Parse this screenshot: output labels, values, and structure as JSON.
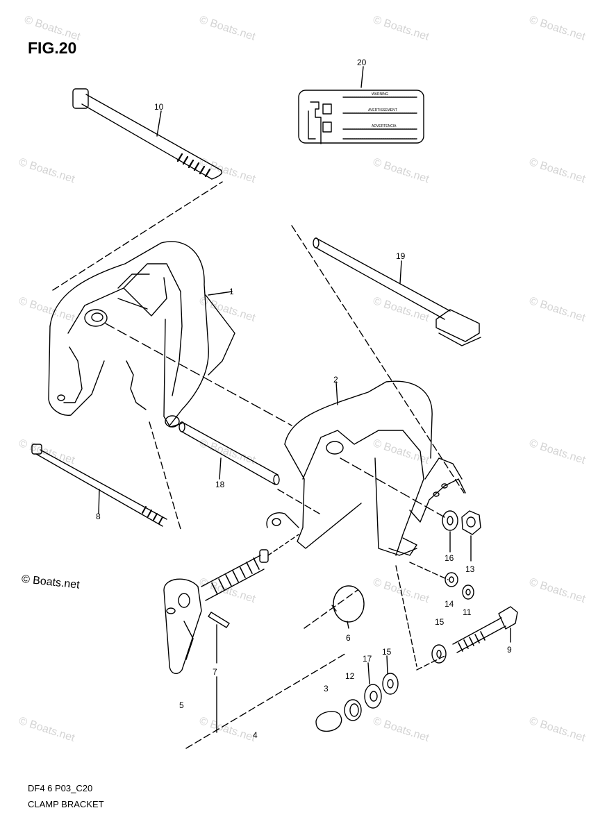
{
  "figure": {
    "title": "FIG.20",
    "code": "DF4 6 P03_C20",
    "name": "CLAMP BRACKET"
  },
  "copyright": "© Boats.net",
  "watermark": "© Boats.net",
  "part_numbers": {
    "p1": "1",
    "p2": "2",
    "p3": "3",
    "p4": "4",
    "p5": "5",
    "p6": "6",
    "p7": "7",
    "p8": "8",
    "p9": "9",
    "p10": "10",
    "p11": "11",
    "p12": "12",
    "p13": "13",
    "p14": "14",
    "p15a": "15",
    "p15b": "15",
    "p16": "16",
    "p17": "17",
    "p18": "18",
    "p19": "19",
    "p20": "20"
  },
  "label_lines": [
    "WARNING",
    "AVERTISSEMENT",
    "ADVERTENCIA"
  ]
}
